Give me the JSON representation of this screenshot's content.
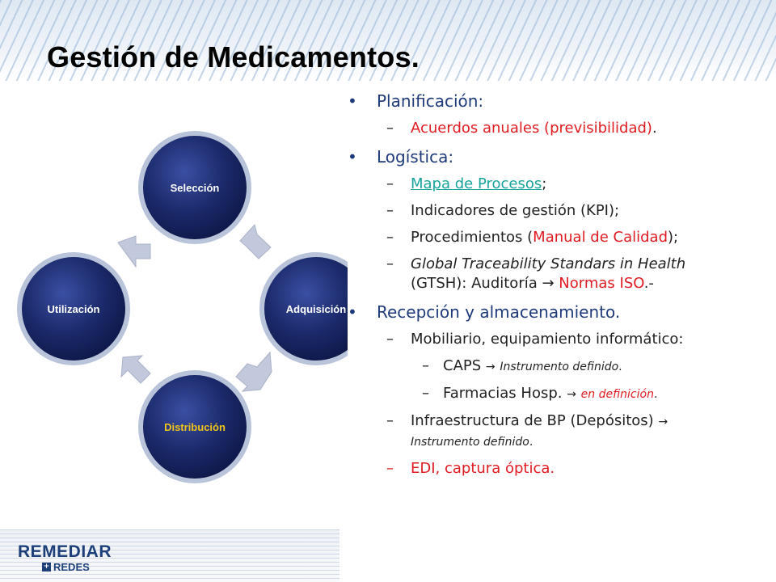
{
  "title": "Gestión de Medicamentos.",
  "cycle": {
    "nodes": [
      "Selección",
      "Adquisición",
      "Distribución",
      "Utilización"
    ],
    "colors": {
      "node": "#1b2a6b",
      "node_rim": "#b9c4da",
      "label": "#ffffff",
      "label_accent": "#f0c419",
      "arrow": "#c3c9dc"
    }
  },
  "logo": {
    "main": "REMEDIAR",
    "mark": "+",
    "sub": "REDES"
  },
  "bullets": {
    "b1": {
      "label": "Planificación:",
      "items": {
        "i1": {
          "text": "Acuerdos anuales (previsibilidad)",
          "end": "."
        }
      }
    },
    "b2": {
      "label": "Logística:",
      "items": {
        "i1": {
          "link": "Mapa de Procesos",
          "end": ";"
        },
        "i2": {
          "text": "Indicadores de gestión (KPI);"
        },
        "i3": {
          "pre": "Procedimientos (",
          "red": "Manual de Calidad",
          "end": ");"
        },
        "i4": {
          "italic": "Global Traceability Standars in Health",
          "rest": "(GTSH): Auditoría ",
          "arrow": "→",
          "red": "Normas ISO",
          "end": ".-"
        }
      }
    },
    "b3": {
      "label": "Recepción y almacenamiento.",
      "items": {
        "i1": {
          "text": "Mobiliario, equipamiento informático:"
        },
        "s1": {
          "text": "CAPS ",
          "arrow": "→",
          "note": "Instrumento definido",
          "end": "."
        },
        "s2": {
          "text": "Farmacias Hosp. ",
          "arrow": "→",
          "note": "en definición",
          "end": "."
        },
        "i2": {
          "text": "Infraestructura de BP (Depósitos) ",
          "arrow": "→",
          "note": "Instrumento definido",
          "end": "."
        },
        "i3": {
          "text": "EDI, captura óptica."
        }
      }
    }
  },
  "dash": "–"
}
